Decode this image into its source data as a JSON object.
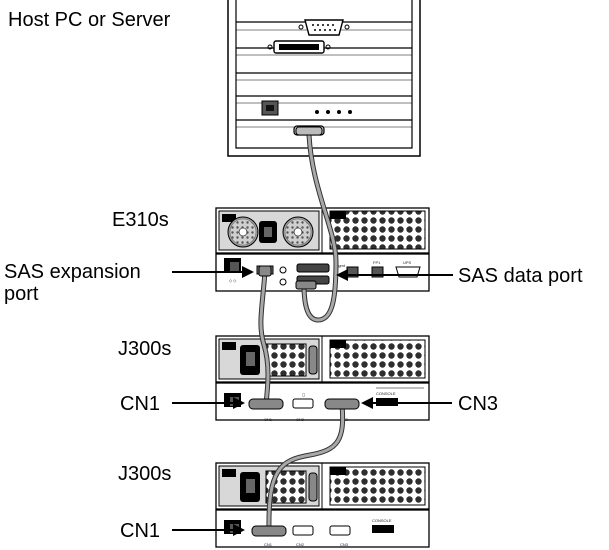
{
  "labels": {
    "host": "Host PC or Server",
    "e310s": "E310s",
    "sas_expansion_line1": "SAS expansion",
    "sas_expansion_line2": "port",
    "sas_data_port": "SAS data port",
    "j300s_1": "J300s",
    "cn1_1": "CN1",
    "cn3": "CN3",
    "j300s_2": "J300s",
    "cn1_2": "CN1"
  },
  "port_marks": {
    "mgmt": "Mgmt",
    "fp1": "FP1",
    "ups": "UPS",
    "cn1": "CN1",
    "cn2": "CN2",
    "cn3": "CN3",
    "console": "CONSOLE"
  },
  "colors": {
    "cable": "#9a9a9a",
    "outline": "#000000",
    "grill": "#333333",
    "panel": "#ffffff"
  }
}
